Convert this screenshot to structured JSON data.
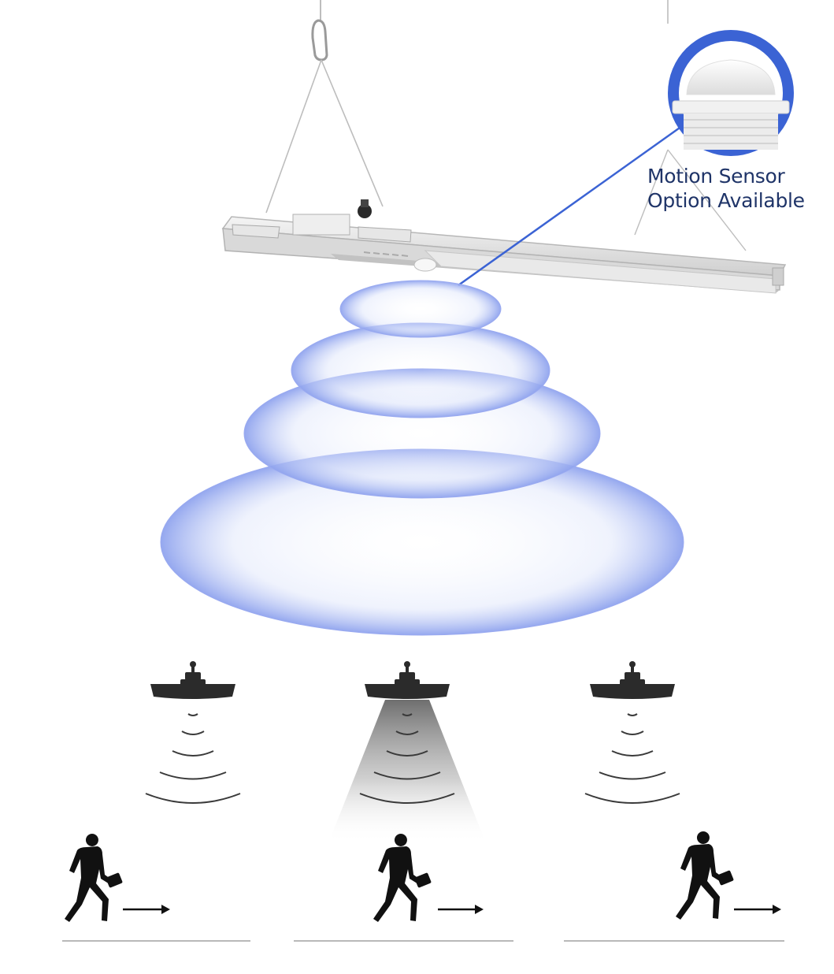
{
  "callout": {
    "line1": "Motion Sensor",
    "line2": "Option Available"
  },
  "colors": {
    "callout_text": "#1f3468",
    "sensor_ring": "#3b63d4",
    "detection_zone": "#8fa3ee",
    "fixture_silhouette": "#2b2b2b",
    "person_silhouette": "#111111",
    "floor_line": "#b9b9b9"
  },
  "icons": {
    "fixture": "linear-high-bay-light",
    "sensor": "motion-sensor-dome",
    "person": "walking-businessman",
    "arrow": "right-arrow",
    "hanger": "carabiner-hook"
  }
}
